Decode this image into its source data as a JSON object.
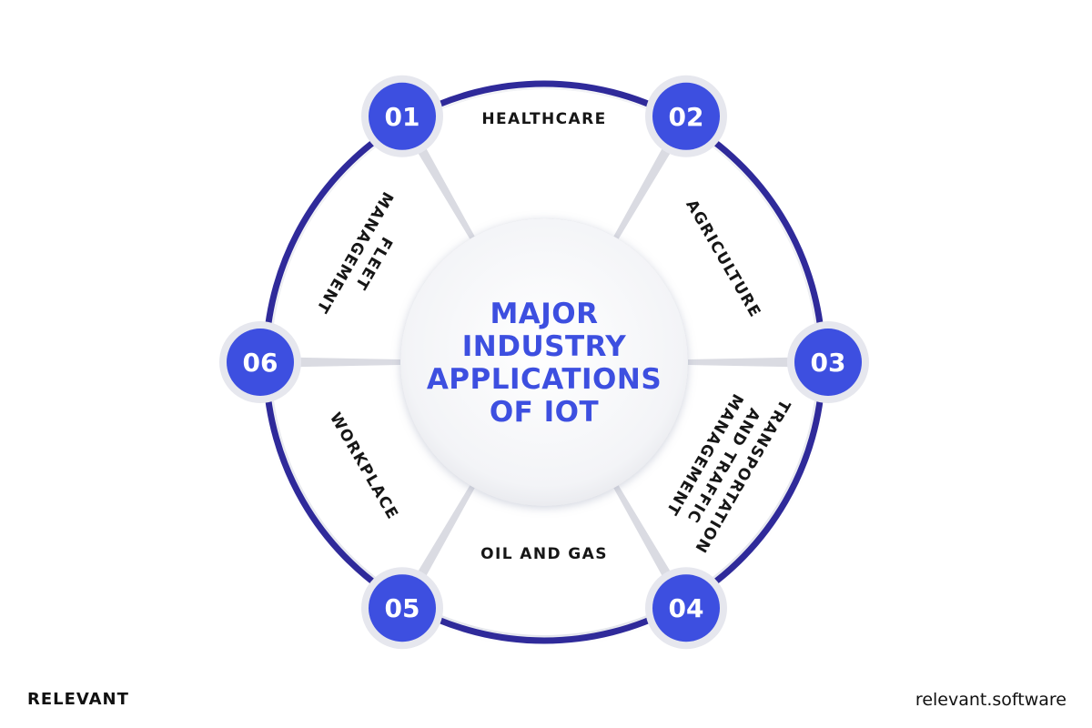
{
  "title_lines": [
    "MAJOR",
    "INDUSTRY",
    "APPLICATIONS",
    "OF IOT"
  ],
  "segments": [
    {
      "number": "01",
      "lines": [
        "HEALTHCARE"
      ]
    },
    {
      "number": "02",
      "lines": [
        "AGRICULTURE"
      ]
    },
    {
      "number": "03",
      "lines": [
        "TRANSPORTATION",
        "AND TRAFFIC",
        "MANAGEMENT"
      ]
    },
    {
      "number": "04",
      "lines": [
        "OIL AND GAS"
      ]
    },
    {
      "number": "05",
      "lines": [
        "WORKPLACE"
      ]
    },
    {
      "number": "06",
      "lines": [
        "FLEET",
        "MANAGEMENT"
      ]
    }
  ],
  "brand": "RELEVANT",
  "website": "relevant.software",
  "colors": {
    "accent": "#3d4fe0",
    "ring": "#2f2a9a",
    "segment_fill": "#ffffff",
    "gap_shadow": "#dadbe2",
    "text": "#161616",
    "title": "#3d4fe0"
  }
}
